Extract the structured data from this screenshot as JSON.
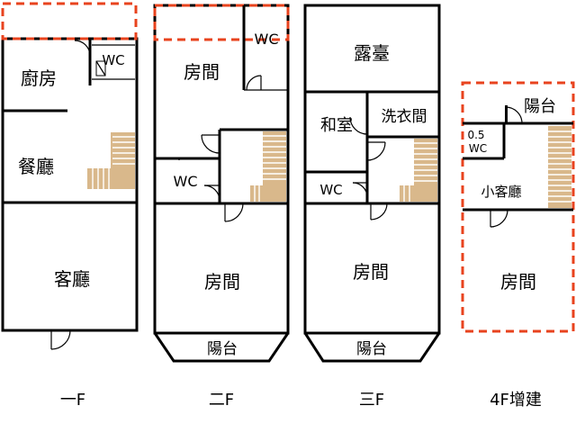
{
  "floors": {
    "f1": {
      "caption": "一F",
      "rooms": {
        "kitchen": "廚房",
        "wc": "WC",
        "dining": "餐廳",
        "living": "客廳"
      }
    },
    "f2": {
      "caption": "二F",
      "rooms": {
        "wc_top": "WC",
        "room_top": "房間",
        "wc_mid": "WC",
        "room_main": "房間",
        "balcony": "陽台"
      }
    },
    "f3": {
      "caption": "三F",
      "rooms": {
        "terrace": "露臺",
        "japanese_room": "和室",
        "laundry": "洗衣間",
        "wc": "WC",
        "room_main": "房間",
        "balcony": "陽台"
      }
    },
    "f4": {
      "caption": "4F增建",
      "rooms": {
        "balcony": "陽台",
        "wc_small_num": "0.5",
        "wc_small": "WC",
        "small_living": "小客廳",
        "room_main": "房間"
      }
    }
  },
  "colors": {
    "wall": "#000000",
    "stairs": "#d9b88b",
    "stair_lines": "#ffffff",
    "addition_outline": "#e8431e"
  }
}
